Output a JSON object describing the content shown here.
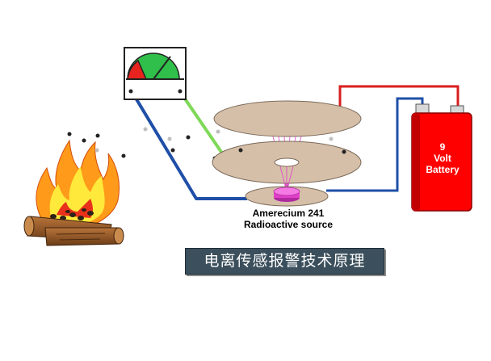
{
  "source": {
    "name": "Amerecium 241",
    "description": "Radioactive source"
  },
  "battery": {
    "line1": "9",
    "line2": "Volt",
    "line3": "Battery"
  },
  "title": "电离传感报警技术原理",
  "colors": {
    "plate": "#d6bfa8",
    "battery": "#ff0000",
    "wire_red": "#d81e1e",
    "wire_blue": "#1f4fa8",
    "wire_green": "#7ed957",
    "source": "#e040c8",
    "title_bg": "#3b4f5c"
  },
  "icons": {
    "meter": "analog-meter-icon",
    "fire": "campfire-icon"
  }
}
